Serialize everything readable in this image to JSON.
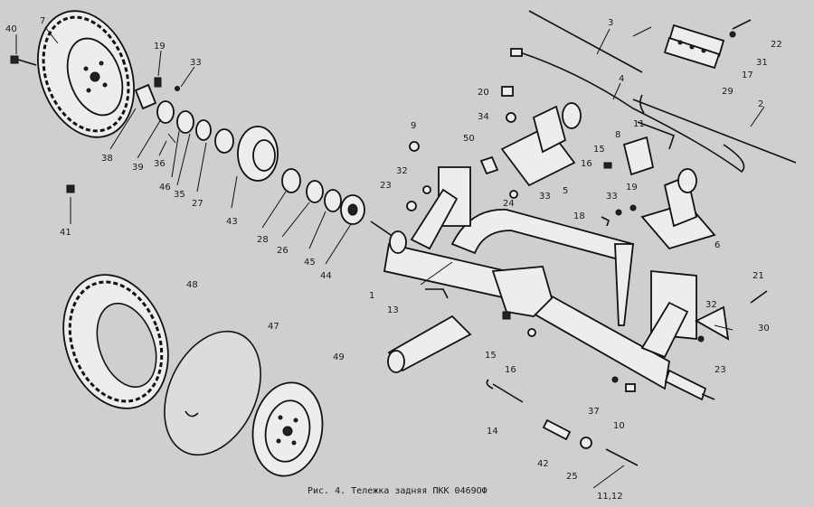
{
  "figure": {
    "caption": "Рис. 4. Тележка задняя ПКК 0469ОФ",
    "callouts": [
      {
        "id": "c40",
        "text": "40"
      },
      {
        "id": "c7",
        "text": "7"
      },
      {
        "id": "c19a",
        "text": "19"
      },
      {
        "id": "c33a",
        "text": "33"
      },
      {
        "id": "c38",
        "text": "38"
      },
      {
        "id": "c39",
        "text": "39"
      },
      {
        "id": "c36",
        "text": "36"
      },
      {
        "id": "c46",
        "text": "46"
      },
      {
        "id": "c35",
        "text": "35"
      },
      {
        "id": "c27",
        "text": "27"
      },
      {
        "id": "c43",
        "text": "43"
      },
      {
        "id": "c28",
        "text": "28"
      },
      {
        "id": "c26",
        "text": "26"
      },
      {
        "id": "c45",
        "text": "45"
      },
      {
        "id": "c44",
        "text": "44"
      },
      {
        "id": "c41",
        "text": "41"
      },
      {
        "id": "c9",
        "text": "9"
      },
      {
        "id": "c32a",
        "text": "32"
      },
      {
        "id": "c23a",
        "text": "23"
      },
      {
        "id": "c50",
        "text": "50"
      },
      {
        "id": "c20",
        "text": "20"
      },
      {
        "id": "c34",
        "text": "34"
      },
      {
        "id": "c24",
        "text": "24"
      },
      {
        "id": "c33b",
        "text": "33"
      },
      {
        "id": "c5",
        "text": "5"
      },
      {
        "id": "c3",
        "text": "3"
      },
      {
        "id": "c4",
        "text": "4"
      },
      {
        "id": "c8",
        "text": "8"
      },
      {
        "id": "c11",
        "text": "11"
      },
      {
        "id": "c15a",
        "text": "15"
      },
      {
        "id": "c16a",
        "text": "16"
      },
      {
        "id": "c33c",
        "text": "33"
      },
      {
        "id": "c19b",
        "text": "19"
      },
      {
        "id": "c18",
        "text": "18"
      },
      {
        "id": "c6",
        "text": "6"
      },
      {
        "id": "c22",
        "text": "22"
      },
      {
        "id": "c31",
        "text": "31"
      },
      {
        "id": "c17",
        "text": "17"
      },
      {
        "id": "c29",
        "text": "29"
      },
      {
        "id": "c2",
        "text": "2"
      },
      {
        "id": "c1",
        "text": "1"
      },
      {
        "id": "c13",
        "text": "13"
      },
      {
        "id": "c21",
        "text": "21"
      },
      {
        "id": "c32b",
        "text": "32"
      },
      {
        "id": "c30",
        "text": "30"
      },
      {
        "id": "c23b",
        "text": "23"
      },
      {
        "id": "c15b",
        "text": "15"
      },
      {
        "id": "c16b",
        "text": "16"
      },
      {
        "id": "c37",
        "text": "37"
      },
      {
        "id": "c10",
        "text": "10"
      },
      {
        "id": "c14",
        "text": "14"
      },
      {
        "id": "c42",
        "text": "42"
      },
      {
        "id": "c25",
        "text": "25"
      },
      {
        "id": "c11_12",
        "text": "11,12"
      },
      {
        "id": "c48",
        "text": "48"
      },
      {
        "id": "c47",
        "text": "47"
      },
      {
        "id": "c49",
        "text": "49"
      }
    ]
  }
}
